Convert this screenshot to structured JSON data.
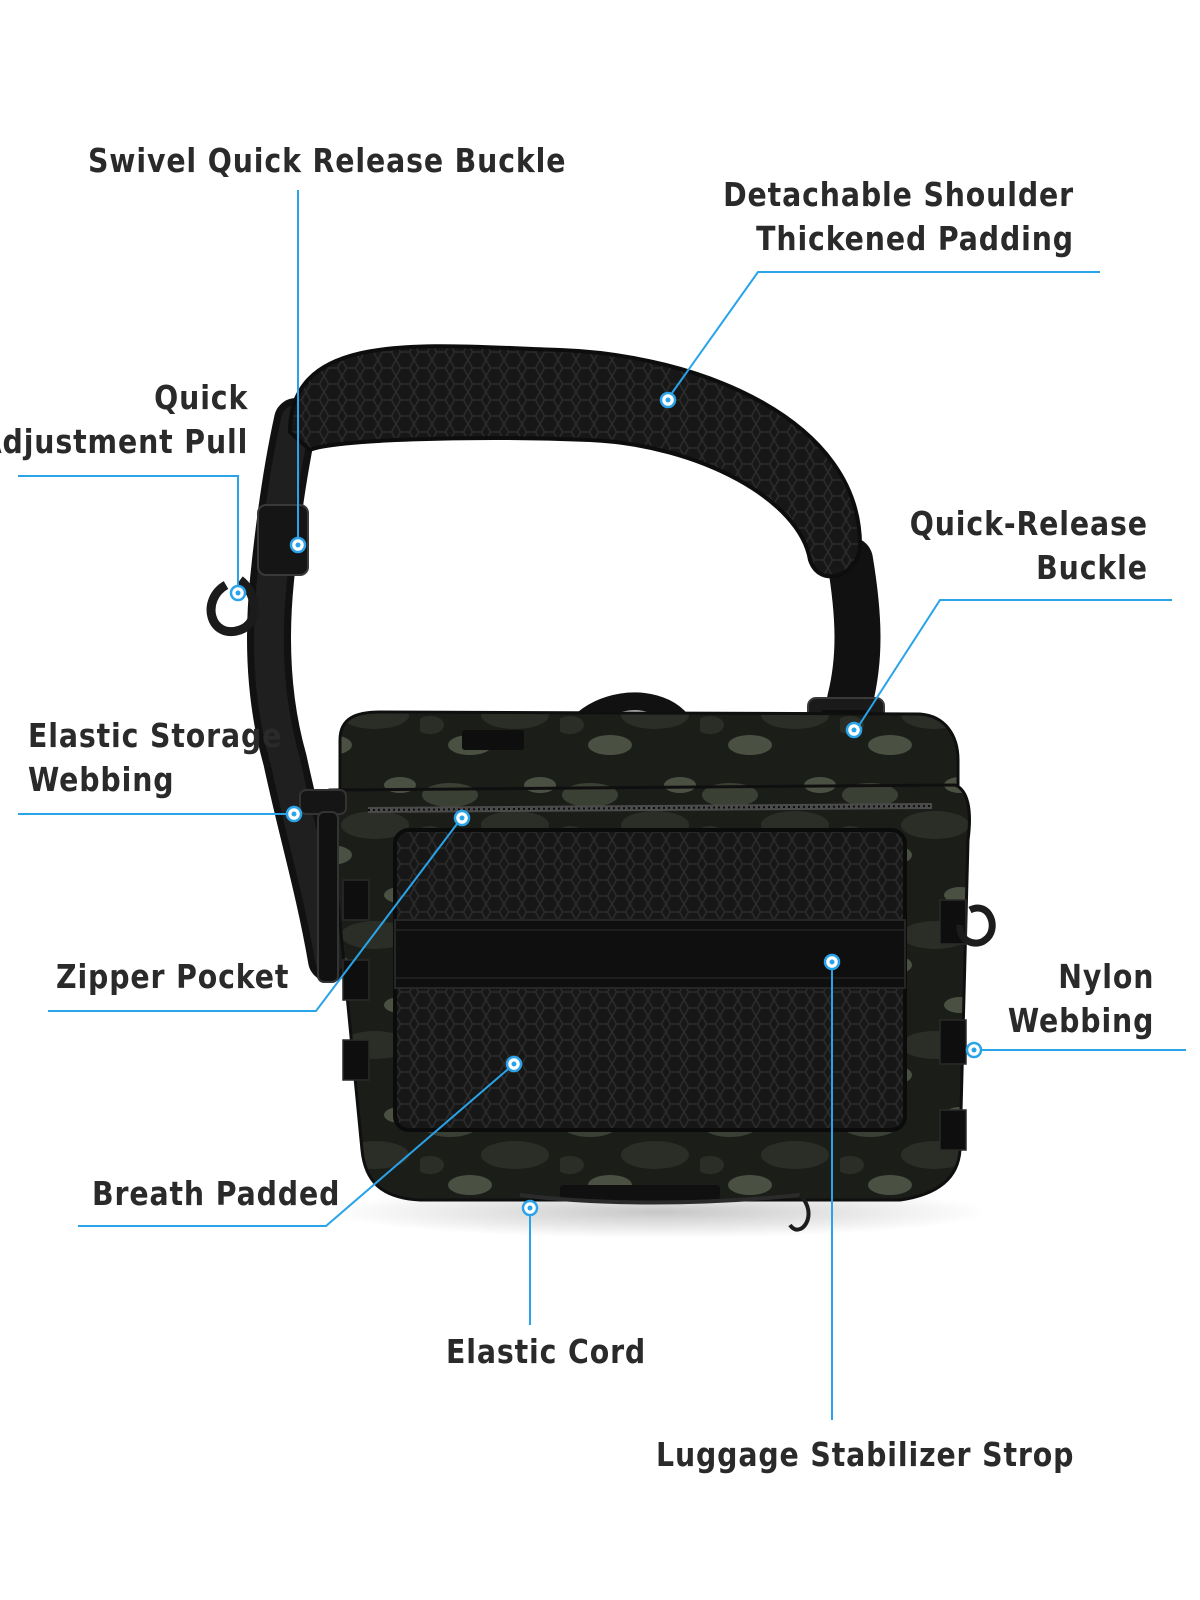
{
  "labels": {
    "swivel_buckle": [
      "Swivel Quick Release Buckle"
    ],
    "shoulder_padding": [
      "Detachable Shoulder",
      "Thickened Padding"
    ],
    "quick_adjustment": [
      "Quick",
      "Adjustment Pull"
    ],
    "quick_release": [
      "Quick-Release",
      "Buckle"
    ],
    "elastic_storage": [
      "Elastic Storage",
      "Webbing"
    ],
    "zipper_pocket": [
      "Zipper Pocket"
    ],
    "nylon_webbing": [
      "Nylon",
      "Webbing"
    ],
    "breath_padded": [
      "Breath Padded"
    ],
    "elastic_cord": [
      "Elastic Cord"
    ],
    "luggage_strop": [
      "Luggage Stabilizer Strop"
    ]
  },
  "colors": {
    "callout": "#2aa3e8",
    "text": "#2a2a2a",
    "background": "#ffffff",
    "bag_body": "#141414",
    "camo": [
      "#2a2e27",
      "#3b4034",
      "#1b1d19",
      "#4a5042"
    ]
  }
}
